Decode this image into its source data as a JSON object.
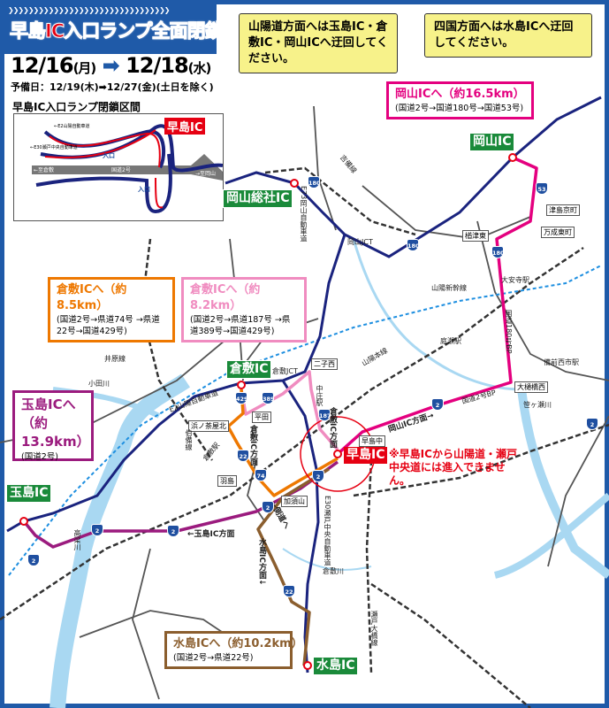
{
  "title": "早島IC入口ランプ全面閉鎖",
  "dates": {
    "start": "12/16",
    "start_day": "(月)",
    "end": "12/18",
    "end_day": "(水)",
    "arrow": "➡"
  },
  "reserve": "予備日：12/19(木)➡12/27(金)(土日を除く)",
  "inset": {
    "title": "早島IC入口ランプ閉鎖区間",
    "ic_label": "早島IC",
    "road": "国道2号",
    "to_kurashiki": "←至倉敷",
    "to_okayama": "→至岡山",
    "entrance": "入口",
    "sanyo": "←E2山陽自動車道",
    "seto": "←E30瀬戸中央自動車道"
  },
  "notices": [
    {
      "text": "山陽道方面へは玉島IC・倉敷IC・岡山ICへ迂回してください。"
    },
    {
      "text": "四国方面へは水島ICへ迂回してください。"
    }
  ],
  "routes": [
    {
      "heading": "岡山ICへ（約16.5km）",
      "detail": "(国道2号→国道180号→国道53号)",
      "color": "#e4007f"
    },
    {
      "heading": "倉敷ICへ（約8.5km）",
      "detail": "(国道2号→県道74号 →県道22号→国道429号)",
      "color": "#ee7800"
    },
    {
      "heading": "倉敷ICへ（約8.2km）",
      "detail": "(国道2号→県道187号 →県道389号→国道429号)",
      "color": "#f08cc0"
    },
    {
      "heading": "玉島ICへ（約13.9km）",
      "detail": "(国道2号)",
      "color": "#9b1b7e"
    },
    {
      "heading": "水島ICへ（約10.2km）",
      "detail": "(国道2号→県道22号)",
      "color": "#8b5e2e"
    }
  ],
  "ics": {
    "okayama": "岡山IC",
    "soja": "岡山総社IC",
    "kurashiki": "倉敷IC",
    "tamashima": "玉島IC",
    "mizushima": "水島IC",
    "hayashima": "早島IC"
  },
  "warning": "※早島ICから山陽道・瀬戸中央道には進入できません。",
  "places": {
    "okayama_jct": "岡山JCT",
    "kurashiki_jct": "倉敷JCT",
    "narazu": "楢津東",
    "tsushima": "津島京町",
    "mannari": "万成東町",
    "daianji": "大安寺駅",
    "shinkansen": "山陽新幹線",
    "r180bp": "国道180号BP",
    "niwase": "庭瀬駅",
    "sanyo_line": "山陽本線",
    "futago": "二子西",
    "bizen": "備前西市駅",
    "ohi": "大樋橋西",
    "r2bp": "国道2号BP",
    "sasagase": "笹ヶ瀬川",
    "to_okayama_ic": "岡山IC方面→",
    "hayashima_naka": "早島中",
    "nakasho": "中庄駅",
    "to_kurashiki_ic": "倉敷IC方面",
    "hirata": "平田",
    "hamanochaya": "浜ノ茶屋北",
    "hakubi": "伯備線",
    "kurashiki_st": "倉敷駅",
    "ibara": "井原線",
    "odagawa": "小田川",
    "hashima": "羽島",
    "kasuyama": "加須山",
    "to_tamashima": "←玉島IC方面",
    "kurashikigawa": "倉敷川",
    "takahashi": "高梁川",
    "e30": "E30瀬戸中央自動車道",
    "e73": "E73岡山自動車道",
    "e2": "E2山陽自動車道",
    "kibi": "吉備線",
    "seto_ohashi": "瀬戸大橋線",
    "to_mizushima": "水島IC方面↓",
    "to_sokudo": "←側道へ"
  },
  "shields": [
    "180",
    "180",
    "180",
    "53",
    "429",
    "389",
    "187",
    "22",
    "74",
    "2",
    "2",
    "2",
    "2",
    "2",
    "2",
    "2",
    "22"
  ],
  "colors": {
    "frame": "#1f5aa8",
    "expressway": "#1a237e",
    "ic_green": "#1a8a3a",
    "closed_red": "#e60012",
    "river": "#a9d8f2",
    "notice_yellow": "#f7f28a"
  }
}
